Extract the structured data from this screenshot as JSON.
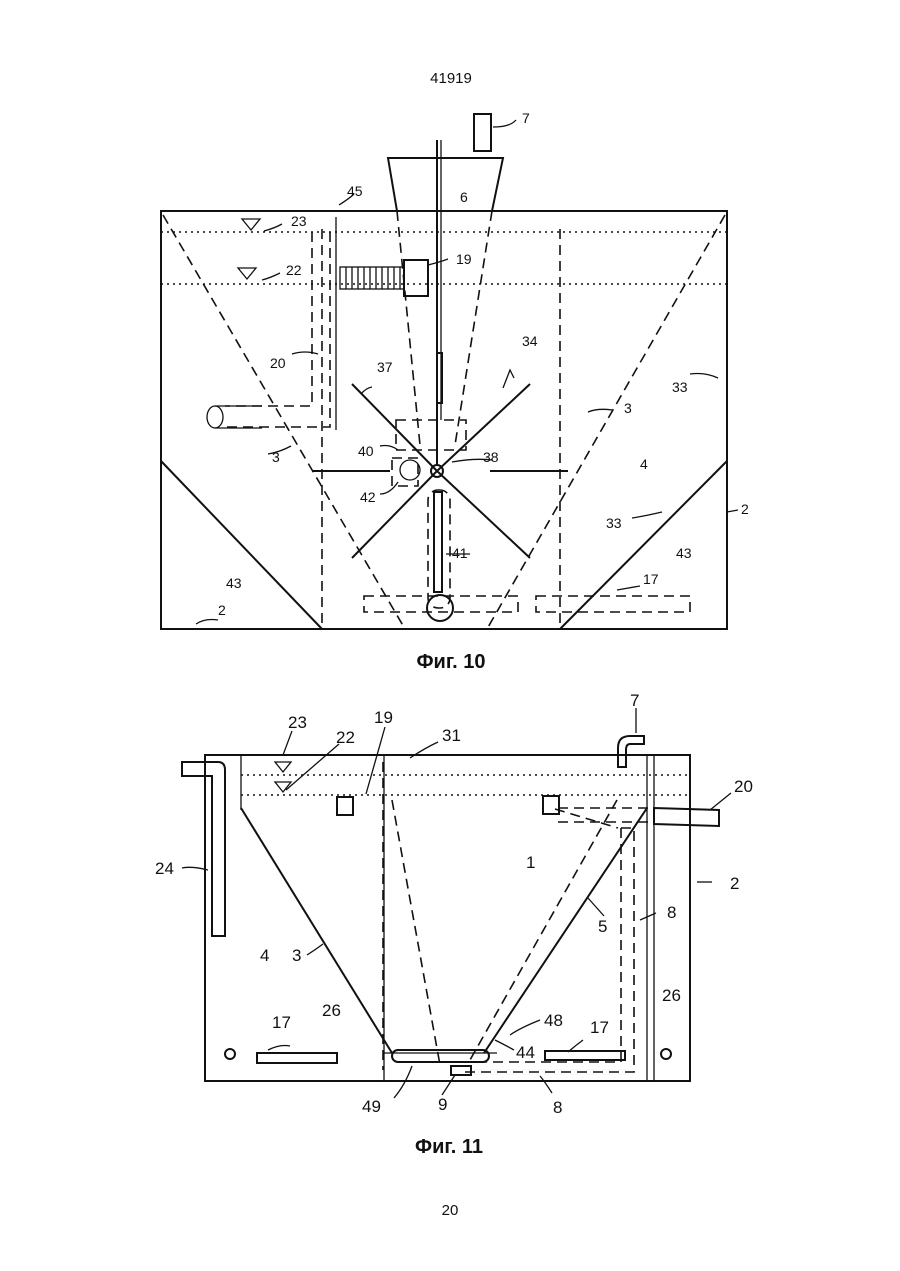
{
  "header": {
    "doc_number": "41919"
  },
  "footer": {
    "page_number": "20"
  },
  "figure10": {
    "caption": "Фиг. 10",
    "labels": {
      "l7": "7",
      "l6": "6",
      "l45": "45",
      "l23": "23",
      "l22": "22",
      "l19": "19",
      "l20": "20",
      "l37": "37",
      "l34": "34",
      "l3a": "3",
      "l3b": "3",
      "l33a": "33",
      "l33b": "33",
      "l4": "4",
      "l40": "40",
      "l38": "38",
      "l42": "42",
      "l2a": "2",
      "l2b": "2",
      "l43a": "43",
      "l43b": "43",
      "l41": "41",
      "l17": "17"
    }
  },
  "figure11": {
    "caption": "Фиг. 11",
    "labels": {
      "l7": "7",
      "l23": "23",
      "l22": "22",
      "l19": "19",
      "l31": "31",
      "l20": "20",
      "l24": "24",
      "l1": "1",
      "l2": "2",
      "l5": "5",
      "l8a": "8",
      "l8b": "8",
      "l4": "4",
      "l3": "3",
      "l26a": "26",
      "l26b": "26",
      "l17a": "17",
      "l17b": "17",
      "l48": "48",
      "l44": "44",
      "l49": "49",
      "l9": "9"
    }
  }
}
